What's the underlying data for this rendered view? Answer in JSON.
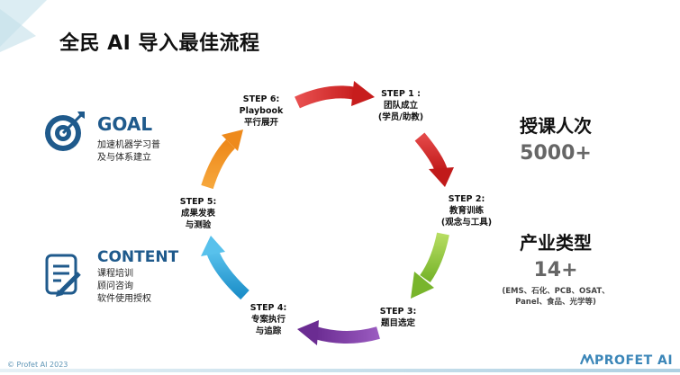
{
  "title": "全民 AI 导入最佳流程",
  "goal": {
    "heading": "GOAL",
    "lines": [
      "加速机器学习普",
      "及与体系建立"
    ]
  },
  "content": {
    "heading": "CONTENT",
    "lines": [
      "课程培训",
      "顾问咨询",
      "软件使用授权"
    ]
  },
  "steps": [
    {
      "title": "STEP 1 :",
      "lines": [
        "团队成立",
        "(学员/助教)"
      ],
      "color": "#d32626"
    },
    {
      "title": "STEP 2:",
      "lines": [
        "教育训练",
        "(观念与工具)"
      ],
      "color": "#d32626"
    },
    {
      "title": "STEP 3:",
      "lines": [
        "题目选定"
      ],
      "color": "#8ac234"
    },
    {
      "title": "STEP 4:",
      "lines": [
        "专案执行",
        "与追踪"
      ],
      "color": "#7f3fa3"
    },
    {
      "title": "STEP 5:",
      "lines": [
        "成果发表",
        "与测验"
      ],
      "color": "#2a9fd6"
    },
    {
      "title": "STEP 6:",
      "lines": [
        "Playbook",
        "平行展开"
      ],
      "color": "#f39125"
    }
  ],
  "stats": [
    {
      "label": "授课人次",
      "value": "5000+"
    },
    {
      "label": "产业类型",
      "value": "14+",
      "note_lines": [
        "(EMS、石化、PCB、OSAT、",
        "Panel、食品、光学等)"
      ]
    }
  ],
  "footer": {
    "copyright": "© Profet AI 2023",
    "logo": "PROFET AI"
  },
  "icons": {
    "goal": "target-icon",
    "content": "document-pen-icon",
    "logo": "profet-logo-icon"
  },
  "colors": {
    "accent_blue": "#1f5a8c",
    "corner_teal": "#d6ebf1"
  }
}
